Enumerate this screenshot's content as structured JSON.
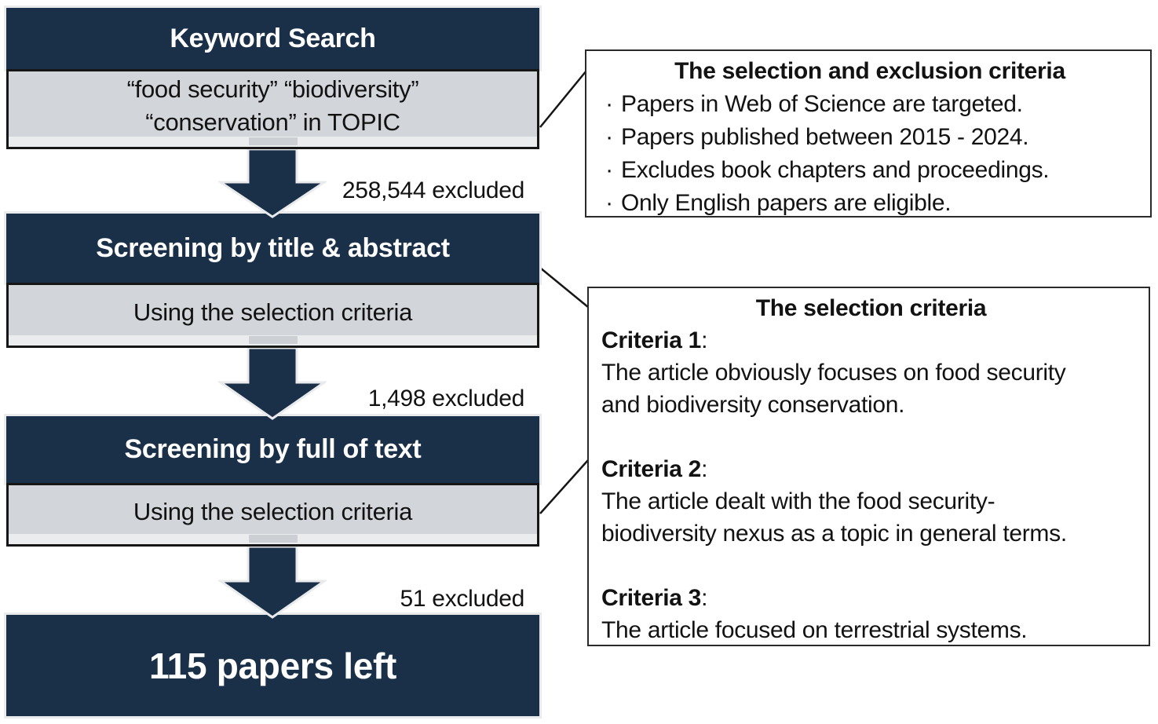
{
  "colors": {
    "navy": "#1a2f48",
    "gray-fill": "#d2d5d9",
    "gray-strip": "#eaecee",
    "stub": "#ccd0d4",
    "halo": "#e8eaec",
    "border-dark": "#161616",
    "text-dark": "#121212",
    "white": "#ffffff"
  },
  "flow": {
    "steps": [
      {
        "title": "Keyword Search",
        "body_lines": [
          "“food security” “biodiversity”",
          "“conservation” in TOPIC"
        ],
        "excluded_label": "258,544 excluded"
      },
      {
        "title": "Screening by title & abstract",
        "body_lines": [
          "Using the selection criteria"
        ],
        "excluded_label": "1,498 excluded"
      },
      {
        "title": "Screening by full of text",
        "body_lines": [
          "Using the selection criteria"
        ],
        "excluded_label": "51 excluded"
      },
      {
        "title": "115 papers left"
      }
    ]
  },
  "selection_exclusion_box": {
    "title": "The selection and exclusion criteria",
    "bullet_char": "·",
    "bullets": [
      "Papers in Web of Science are targeted.",
      "Papers published between 2015 - 2024.",
      "Excludes book chapters and proceedings.",
      "Only English papers are eligible."
    ]
  },
  "selection_criteria_box": {
    "title": "The selection criteria",
    "criteria": [
      {
        "label": "Criteria 1",
        "separator": ":",
        "lines": [
          "The article obviously focuses on food security",
          "and biodiversity conservation."
        ]
      },
      {
        "label": "Criteria 2",
        "separator": ":",
        "lines": [
          "The article dealt with the food security-",
          "biodiversity nexus as a topic in general terms."
        ]
      },
      {
        "label": "Criteria 3",
        "separator": ":",
        "lines": [
          "The article focused on terrestrial systems."
        ]
      }
    ]
  }
}
